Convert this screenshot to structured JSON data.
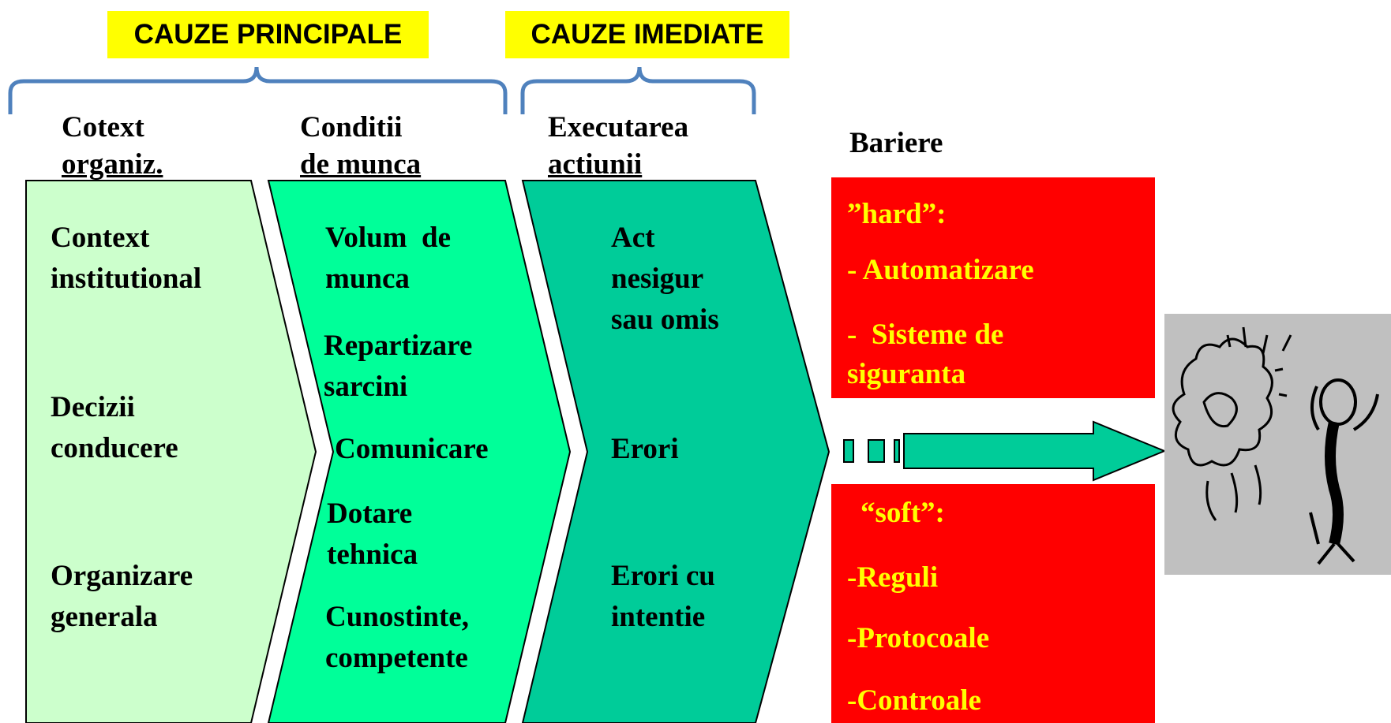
{
  "labels": {
    "main_causes": "CAUZE PRINCIPALE",
    "immediate_causes": "CAUZE IMEDIATE"
  },
  "columns": [
    {
      "header": [
        "Cotext",
        "organiz."
      ],
      "items": [
        "Context",
        "institutional",
        "Decizii",
        "conducere",
        "Organizare",
        "generala"
      ],
      "color": "#ccffcc"
    },
    {
      "header": [
        "Conditii",
        "de munca"
      ],
      "items": [
        "Volum  de",
        "munca",
        "Repartizare",
        "sarcini",
        "Comunicare",
        "Dotare",
        "tehnica",
        "Cunostinte,",
        "competente"
      ],
      "color": "#00ff99"
    },
    {
      "header": [
        "Executarea",
        "actiunii"
      ],
      "items": [
        "Act",
        "nesigur",
        "sau omis",
        "Erori",
        "Erori cu",
        "intentie"
      ],
      "color": "#00cc99"
    }
  ],
  "barriers": {
    "title": "Bariere",
    "hard": {
      "label": "”hard”:",
      "items": [
        "- Automatizare",
        "-  Sisteme de",
        "siguranta"
      ]
    },
    "soft": {
      "label": "“soft”:",
      "items": [
        "-Reguli",
        "-Protocoale",
        "-Controale"
      ]
    }
  },
  "colors": {
    "bracket": "#4f81bd",
    "tag_bg": "#ffff00",
    "barrier_bg": "#ff0000",
    "barrier_text": "#ffff00",
    "arrow_fill": "#00cc99",
    "image_bg": "#c0c0c0"
  },
  "icons": {
    "outcome_image": "accident-explosion-figure-icon"
  }
}
